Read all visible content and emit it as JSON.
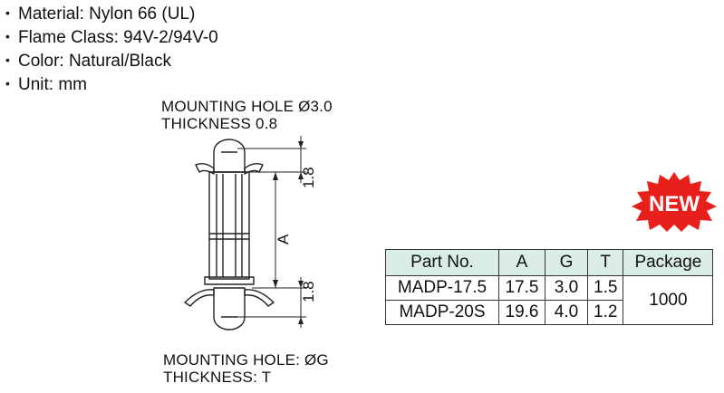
{
  "specs": [
    "Material: Nylon 66 (UL)",
    "Flame Class: 94V-2/94V-0",
    "Color: Natural/Black",
    "Unit: mm"
  ],
  "drawing": {
    "top_label_1": "MOUNTING  HOLE  Ø3.0",
    "top_label_2": "THICKNESS  0.8",
    "bottom_label_1": "MOUNTING  HOLE: ØG",
    "bottom_label_2": "THICKNESS: T",
    "dim_top": "1.8",
    "dim_middle": "A",
    "dim_bottom": "1.8"
  },
  "badge": {
    "text": "NEW",
    "color": "#e8201c"
  },
  "table": {
    "header_color": "#d9ece7",
    "headers": [
      "Part No.",
      "A",
      "G",
      "T",
      "Package"
    ],
    "rows": [
      [
        "MADP-17.5",
        "17.5",
        "3.0",
        "1.5"
      ],
      [
        "MADP-20S",
        "19.6",
        "4.0",
        "1.2"
      ]
    ],
    "package": "1000"
  }
}
